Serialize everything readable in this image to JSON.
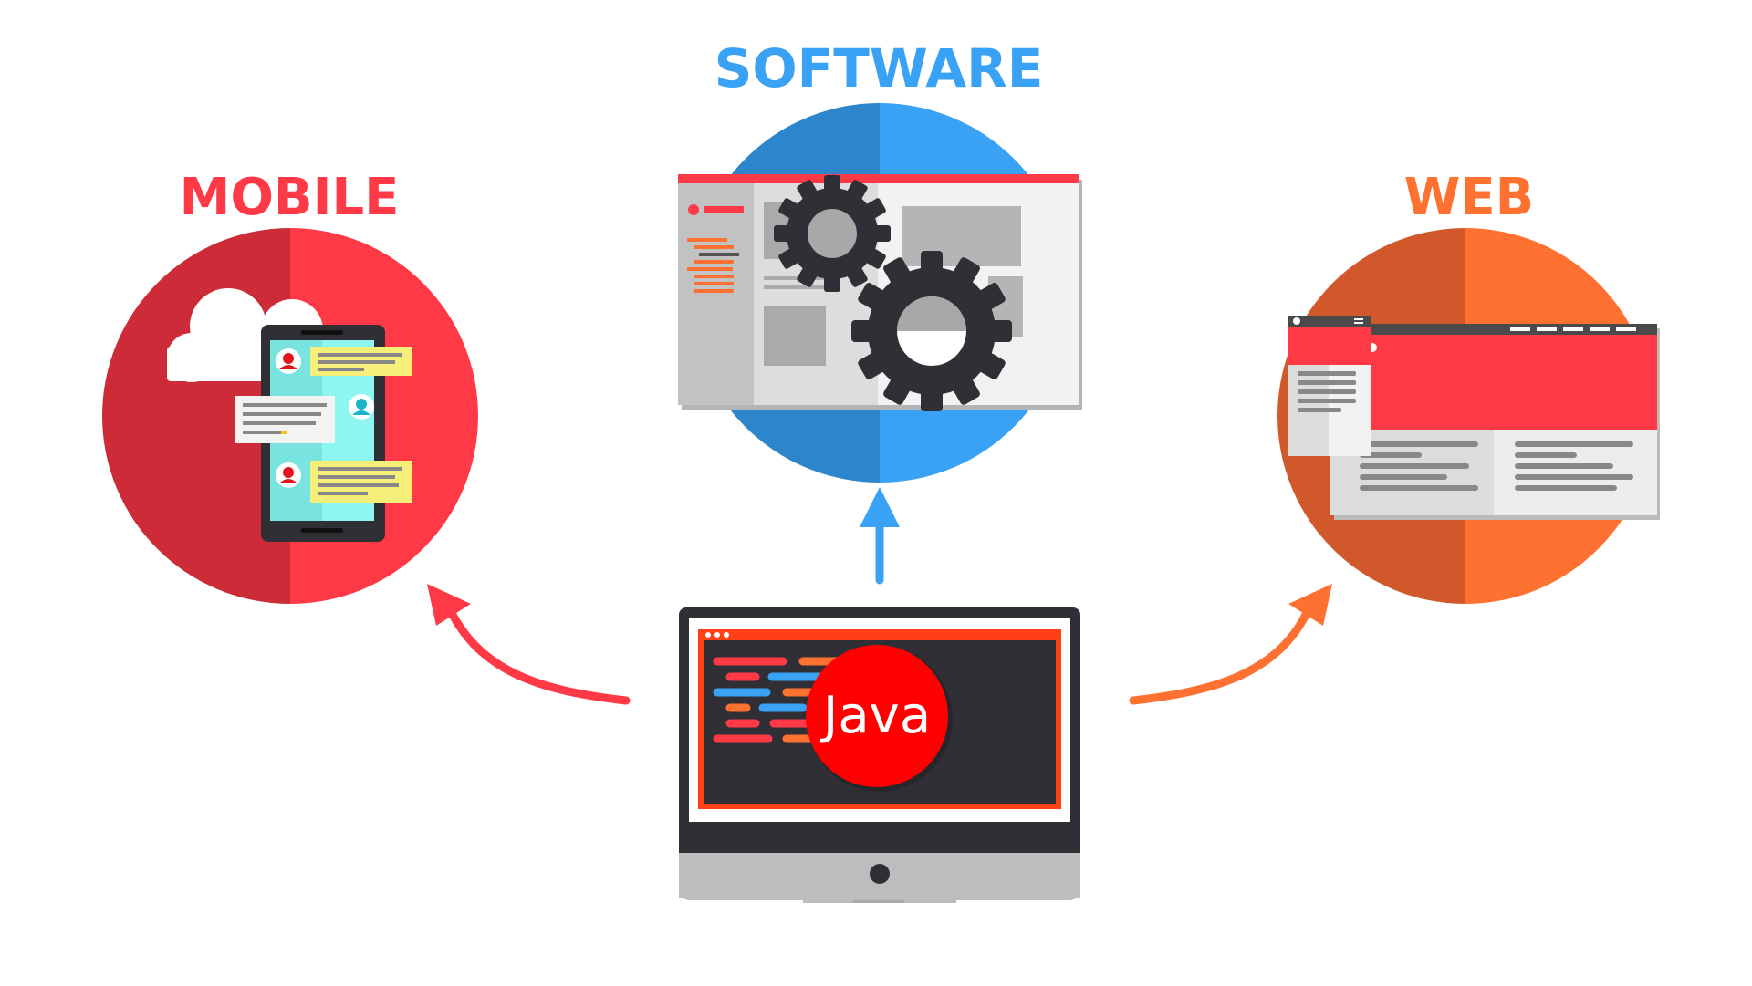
{
  "labels": {
    "software": "SOFTWARE",
    "mobile": "MOBILE",
    "web": "WEB",
    "java": "Java"
  },
  "colors": {
    "mobile": "#ff3a46",
    "mobile_dark": "#cc2b37",
    "software": "#3aa2f5",
    "software_dark": "#2d86cc",
    "web": "#ff7130",
    "web_dark": "#d1582a",
    "java": "#ff0000",
    "monitor": "#2f2f35",
    "white": "#ffffff"
  },
  "icons": {
    "mobile": [
      "smartphone-icon",
      "cloud-icon",
      "chat-bubble-icon",
      "user-avatar-icon"
    ],
    "software": [
      "app-window-icon",
      "gear-icon"
    ],
    "web": [
      "browser-window-icon"
    ],
    "center": [
      "desktop-monitor-icon",
      "code-lines-icon"
    ]
  }
}
